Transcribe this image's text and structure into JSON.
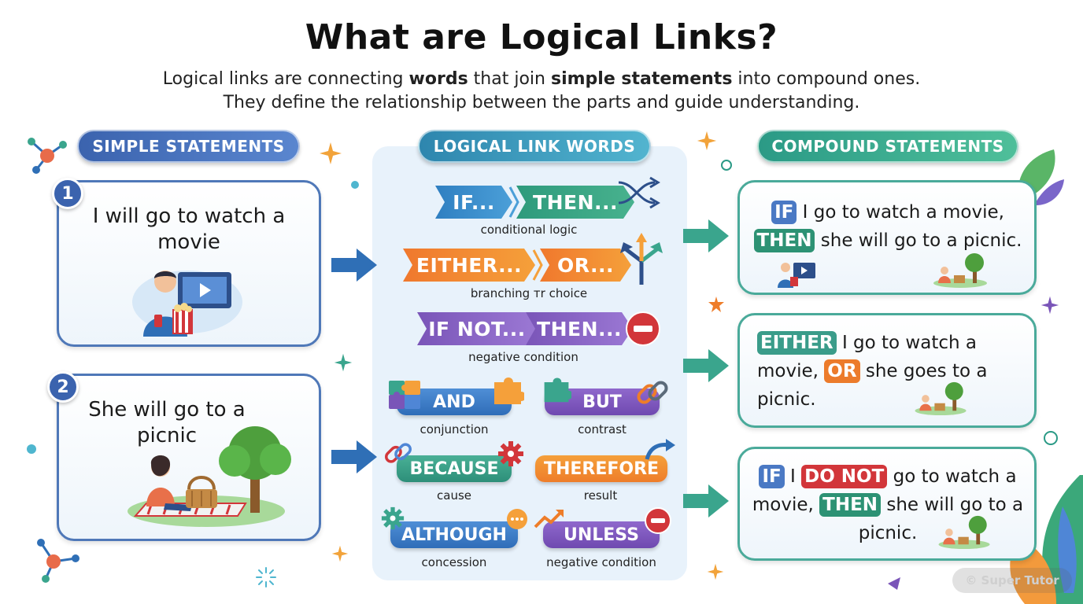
{
  "header": {
    "title": "What are Logical Links?",
    "subtitle_line1": {
      "p1": "Logical links are connecting ",
      "b1": "words",
      "p2": " that join ",
      "b2": "simple statements",
      "p3": " into compound ones."
    },
    "subtitle_line2": "They define the relationship between the parts and guide understanding."
  },
  "sections": {
    "simple": "SIMPLE STATEMENTS",
    "links": "LOGICAL LINK WORDS",
    "compound": "COMPOUND STATEMENTS"
  },
  "simple_statements": [
    {
      "number": "1",
      "text": "I will go to watch a movie"
    },
    {
      "number": "2",
      "text": "She will go to a picnic"
    }
  ],
  "link_pairs": [
    {
      "first": "IF...",
      "second": "THEN...",
      "caption": "conditional logic"
    },
    {
      "first": "EITHER...",
      "second": "OR...",
      "caption": "branching тr choice"
    },
    {
      "first": "IF NOT...",
      "second": "THEN...",
      "caption": "negative condition"
    }
  ],
  "link_words": [
    {
      "word": "AND",
      "caption": "conjunction"
    },
    {
      "word": "BUT",
      "caption": "contrast"
    },
    {
      "word": "BECAUSE",
      "caption": "cause"
    },
    {
      "word": "THEREFORE",
      "caption": "result"
    },
    {
      "word": "ALTHOUGH",
      "caption": "concession"
    },
    {
      "word": "UNLESS",
      "caption": "negative condition"
    }
  ],
  "compound_statements": [
    {
      "kw1": "IF",
      "t1": " I go to watch a movie,",
      "kw2": "THEN",
      "t2": " she will go to a picnic."
    },
    {
      "kw1": "EITHER",
      "t1": " I go to watch a movie, ",
      "kw2": "OR",
      "t2": " she goes to a picnic."
    },
    {
      "kw1": "IF",
      "t0": " I ",
      "kw3": "DO NOT",
      "t1": " go to watch a movie, ",
      "kw2": "THEN",
      "t2": " she will go to a picnic."
    }
  ],
  "watermark": "© Super Tutor",
  "colors": {
    "simple": "#3b63ae",
    "links": "#2e86ae",
    "compound": "#2b9a86",
    "arrow": "#2f6fb6",
    "arrow_right": "#3aa58d"
  },
  "icons": [
    "molecule-icon",
    "movie-watcher-icon",
    "picnic-icon",
    "shuffle-icon",
    "fork-arrow-icon",
    "no-entry-icon",
    "puzzle-icon",
    "chain-link-icon",
    "gear-icon",
    "curve-arrow-icon",
    "growth-arrow-icon",
    "speech-bubble-icon",
    "minus-circle-icon",
    "sparkle-icon",
    "leaf-icon"
  ]
}
